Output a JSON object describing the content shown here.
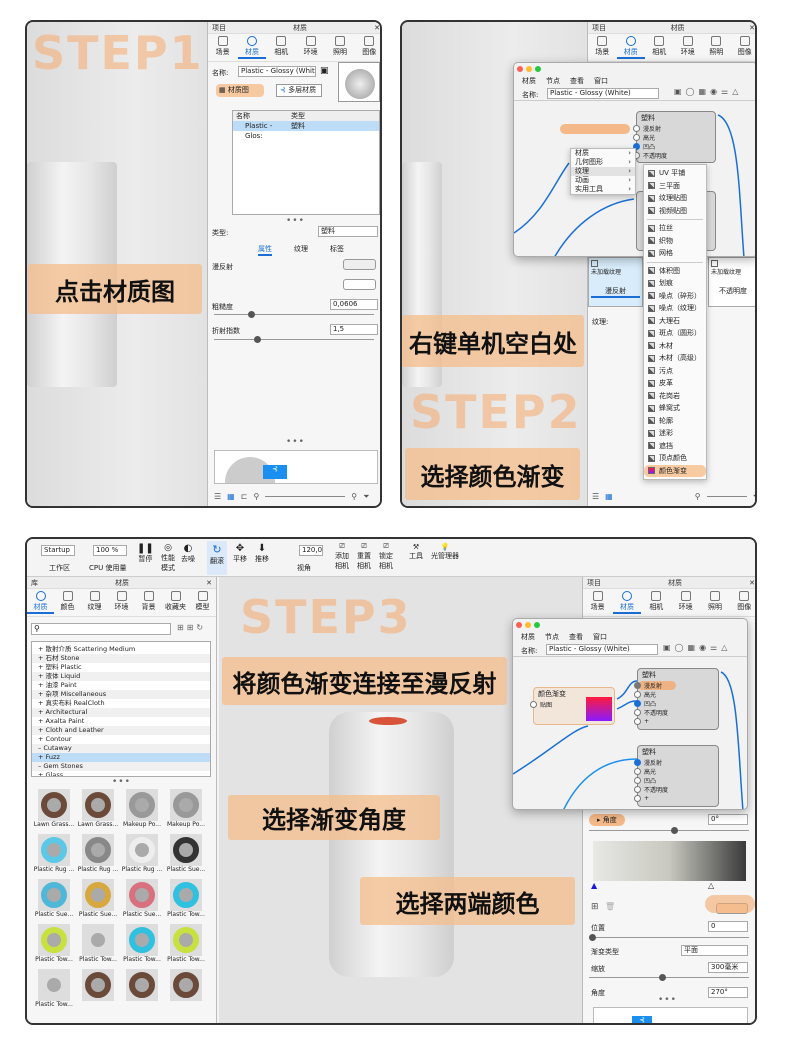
{
  "steps": [
    "STEP1",
    "STEP2",
    "STEP3"
  ],
  "callouts": {
    "s1": "点击材质图",
    "s2a": "右键单机空白处",
    "s2b": "选择颜色渐变",
    "s3a": "将颜色渐变连接至漫反射",
    "s3b": "选择渐变角度",
    "s3c": "选择两端颜色"
  },
  "panel": {
    "project": "项目",
    "material": "材质",
    "tabs": [
      "场景",
      "材质",
      "相机",
      "环境",
      "照明",
      "图像"
    ],
    "name_label": "名称:",
    "name_value": "Plastic - Glossy (White)",
    "graph_btn": "材质图",
    "multi_btn": "多层材质",
    "col_name": "名称",
    "col_type": "类型",
    "row_name": "Plastic - Glos:",
    "row_type": "塑料",
    "type_label": "类型:",
    "type_value": "塑料",
    "sub_tabs": [
      "属性",
      "纹理",
      "标签"
    ],
    "diffuse": "漫反射",
    "roughness": "粗糙度",
    "roughness_value": "0,0606",
    "ior": "折射指数",
    "ior_value": "1,5"
  },
  "node_window": {
    "menu": [
      "材质",
      "节点",
      "查看",
      "窗口"
    ],
    "title": "材质",
    "name_label": "名称:",
    "name_value": "Plastic - Glossy (White)",
    "node_title": "塑料",
    "ports": [
      "漫反射",
      "高光",
      "凹凸",
      "不透明度",
      "+"
    ],
    "gradient_node": "颜色渐变",
    "gradient_port": "贴图"
  },
  "context_menu": {
    "items": [
      "材质",
      "几何图形",
      "纹理",
      "动画",
      "实用工具"
    ],
    "submenu": [
      "UV 平铺",
      "三平面",
      "纹理贴图",
      "视频贴图",
      "拉丝",
      "织物",
      "网格",
      "体积图",
      "划痕",
      "噪点（碎形）",
      "噪点（纹理）",
      "大理石",
      "斑点（圆形）",
      "木材",
      "木材（高级）",
      "污点",
      "皮革",
      "花岗岩",
      "蜂窝式",
      "轮廓",
      "迷彩",
      "遮挡",
      "顶点颜色",
      "颜色渐变"
    ]
  },
  "step2_cards": {
    "unloaded": "未加载纹理",
    "diffuse": "漫反射",
    "opacity": "不透明度",
    "texture_label": "纹理:"
  },
  "toolbar": {
    "workspace": "Startup",
    "workspace_label": "工作区",
    "cpu": "100 %",
    "cpu_label": "CPU 使用量",
    "pause": "暂停",
    "perf": "性能模式",
    "denoise": "去噪",
    "tumble": "翻滚",
    "pan": "平移",
    "dolly": "推移",
    "fov_value": "120,0",
    "fov_label": "视角",
    "add_cam": "添加相机",
    "reset_cam": "重置相机",
    "lock_cam": "锁定相机",
    "tools": "工具",
    "light_mgr": "光管理器"
  },
  "library": {
    "title": "库",
    "center": "材质",
    "tabs": [
      "材质",
      "颜色",
      "纹理",
      "环境",
      "背景",
      "收藏夹",
      "模型"
    ],
    "tree": [
      "散射介质 Scattering Medium",
      "石材 Stone",
      "塑料 Plastic",
      "液体 Liquid",
      "油漆 Paint",
      "杂项 Miscellaneous",
      "真实布料 RealCloth",
      "Architectural",
      "Axalta Paint",
      "Cloth and Leather",
      "Contour",
      "Cutaway",
      "Fuzz",
      "Gem Stones",
      "Glass"
    ],
    "thumbs": [
      "Lawn Grass...",
      "Lawn Grass...",
      "Makeup Po...",
      "Makeup Po...",
      "Plastic Rug ...",
      "Plastic Rug ...",
      "Plastic Rug ...",
      "Plastic Sue...",
      "Plastic Sue...",
      "Plastic Sue...",
      "Plastic Sue...",
      "Plastic Tow...",
      "Plastic Tow...",
      "Plastic Tow...",
      "Plastic Tow...",
      "Plastic Tow...",
      "Plastic Tow...",
      "",
      "",
      ""
    ]
  },
  "gradient": {
    "angle_label": "角度",
    "angle_value": "0°",
    "position_label": "位置",
    "position_value": "0",
    "type_label": "渐变类型",
    "type_value": "平面",
    "scale_label": "缩放",
    "scale_value": "300毫米",
    "angle2_label": "角度",
    "angle2_value": "270°"
  },
  "colors": {
    "accent": "#1a6fd6",
    "callout": "#f6be8c",
    "gradient_start": "#ff1a3c",
    "gradient_end": "#8a1aff"
  }
}
